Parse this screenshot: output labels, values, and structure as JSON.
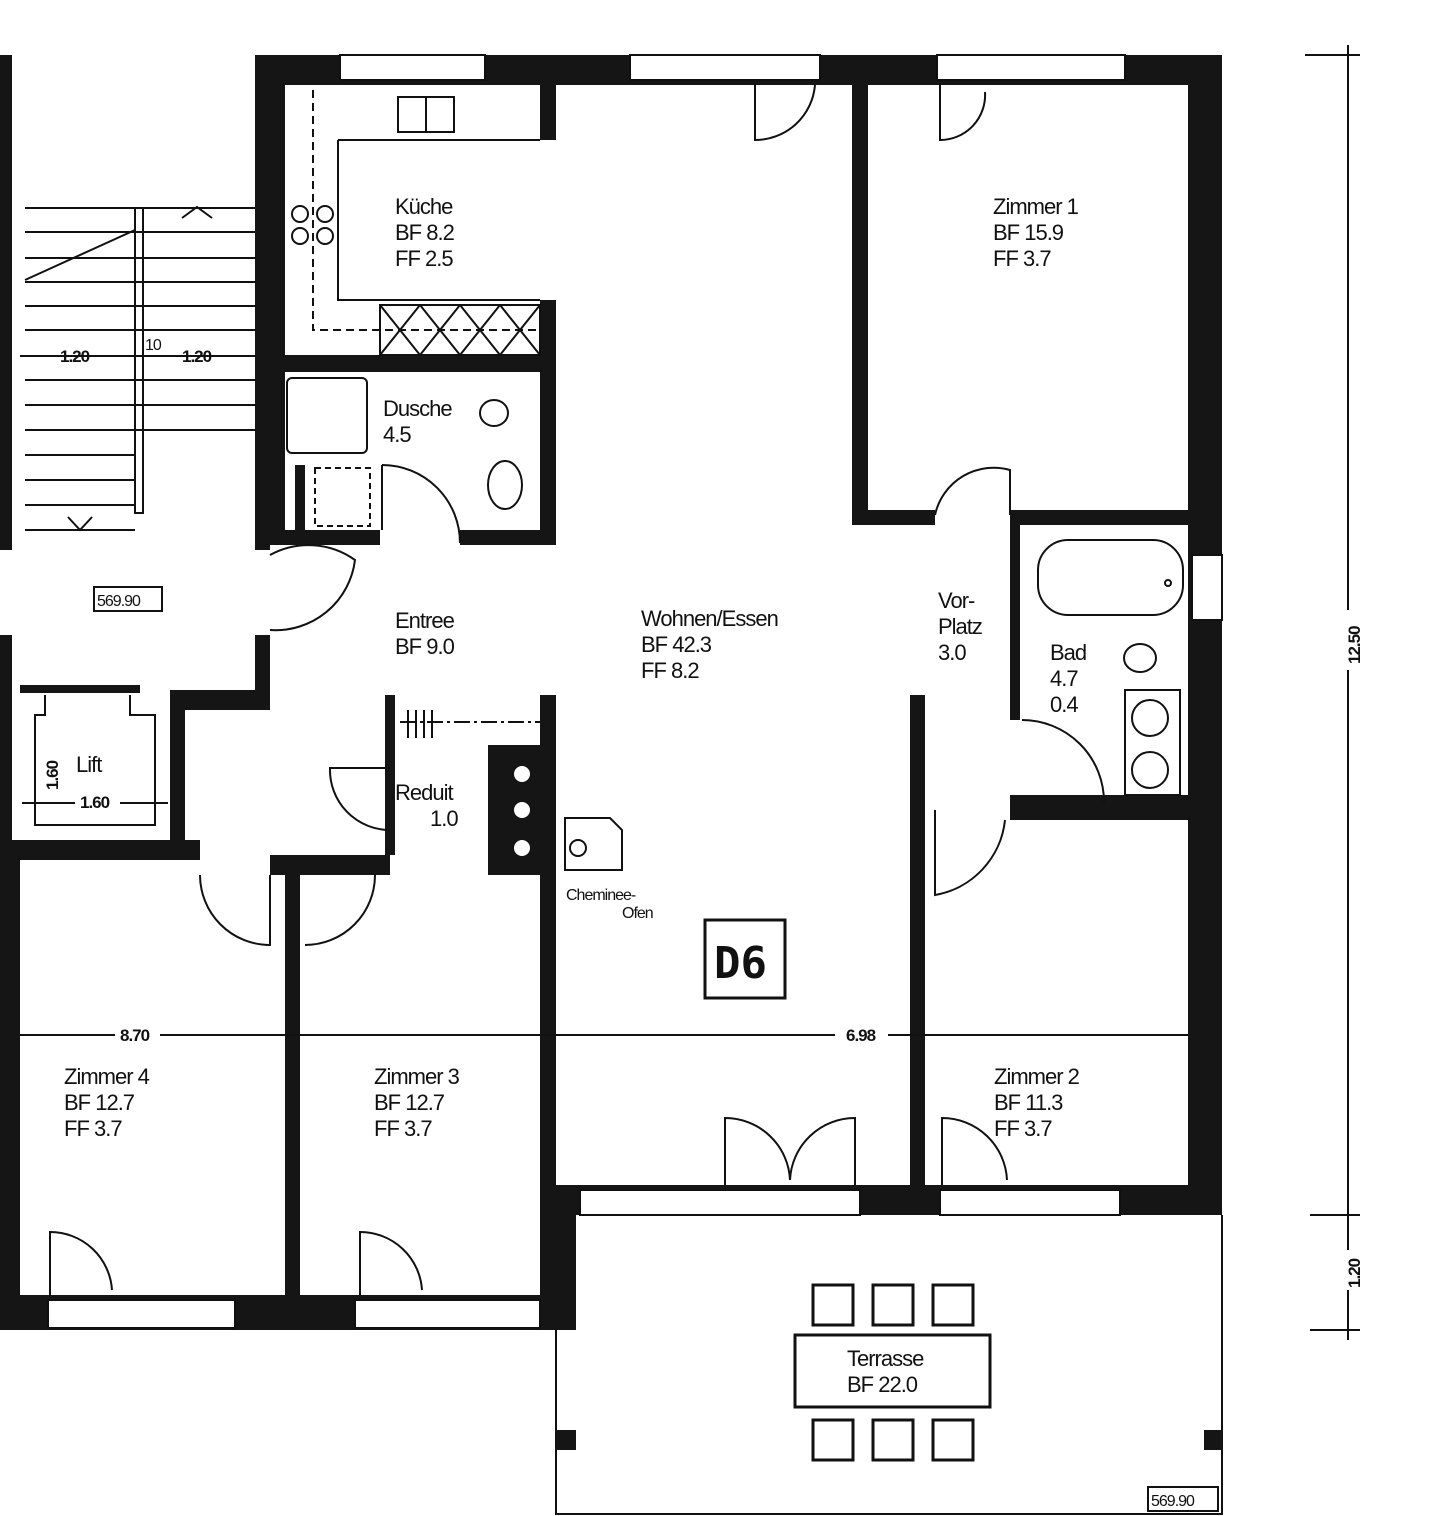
{
  "plan": {
    "unit_label": "D6",
    "rooms": {
      "kueche": {
        "name": "Küche",
        "bf": "BF 8.2",
        "ff": "FF 2.5"
      },
      "zimmer1": {
        "name": "Zimmer 1",
        "bf": "BF 15.9",
        "ff": "FF 3.7"
      },
      "dusche": {
        "name": "Dusche",
        "area": "4.5"
      },
      "entree": {
        "name": "Entree",
        "bf": "BF 9.0"
      },
      "wohnen": {
        "name": "Wohnen/Essen",
        "bf": "BF 42.3",
        "ff": "FF 8.2"
      },
      "vorplatz": {
        "name_1": "Vor-",
        "name_2": "Platz",
        "area": "3.0"
      },
      "bad": {
        "name": "Bad",
        "area": "4.7",
        "extra": "0.4"
      },
      "reduit": {
        "name": "Reduit",
        "area": "1.0"
      },
      "lift": {
        "name": "Lift"
      },
      "zimmer4": {
        "name": "Zimmer 4",
        "bf": "BF 12.7",
        "ff": "FF 3.7"
      },
      "zimmer3": {
        "name": "Zimmer 3",
        "bf": "BF 12.7",
        "ff": "FF 3.7"
      },
      "zimmer2": {
        "name": "Zimmer 2",
        "bf": "BF 11.3",
        "ff": "FF 3.7"
      },
      "terrasse": {
        "name": "Terrasse",
        "bf": "BF 22.0"
      }
    },
    "fireplace": {
      "line1": "Cheminee-",
      "line2": "Ofen"
    },
    "levels": {
      "stair": "569.90",
      "terrace": "569.90"
    },
    "dimensions": {
      "stair_left": "1.20",
      "stair_gap": "10",
      "stair_right": "1.20",
      "lift_height": "1.60",
      "lift_width": "1.60",
      "width_left": "8.70",
      "width_right": "6.98",
      "depth_total": "12.50",
      "depth_terrace": "1.20"
    }
  }
}
